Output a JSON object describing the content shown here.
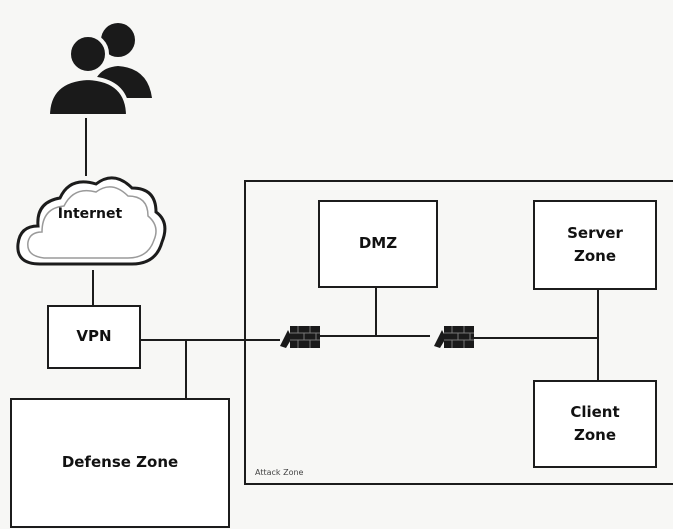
{
  "nodes": {
    "internet": "Internet",
    "vpn": "VPN",
    "dmz": "DMZ",
    "server_zone": "Server\nZone",
    "client_zone": "Client\nZone",
    "defense_zone": "Defense Zone",
    "attack_zone": "Attack Zone"
  },
  "icons": {
    "users": "users-icon",
    "cloud": "cloud-icon",
    "firewall": "firewall-icon"
  },
  "colors": {
    "stroke": "#1c1c1c",
    "icon_fill": "#1a1a1a",
    "background": "#f7f7f5"
  }
}
